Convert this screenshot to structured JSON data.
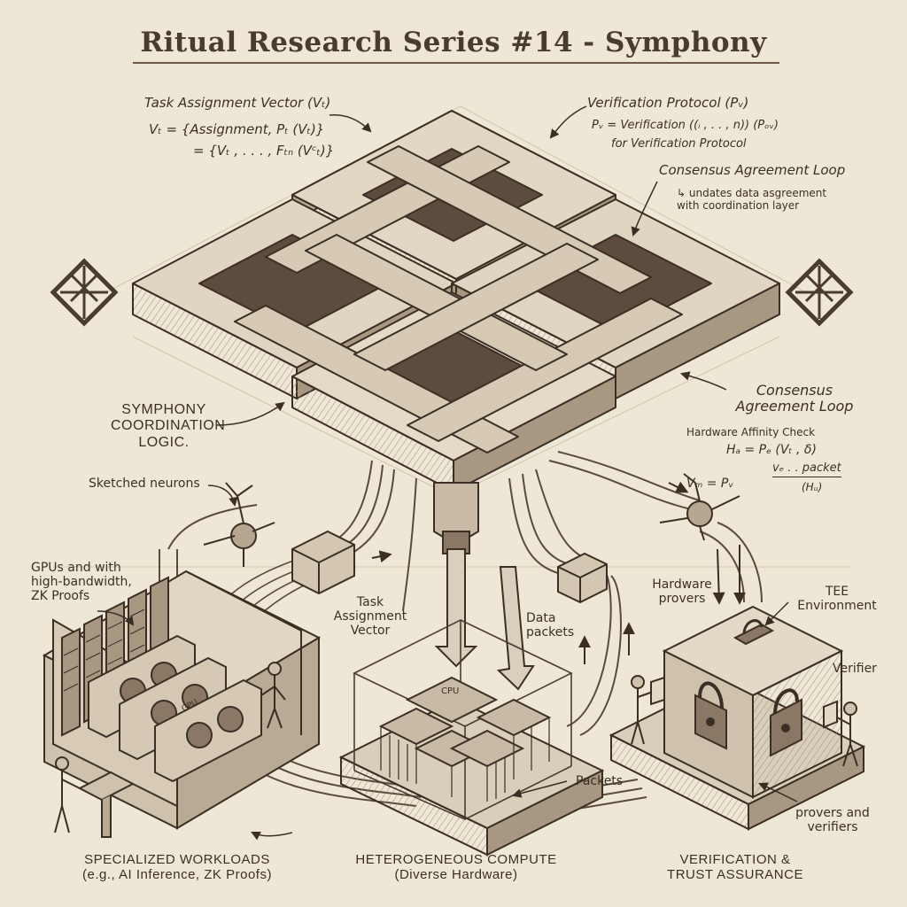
{
  "title": "Ritual Research Series #14 - Symphony",
  "labels": {
    "task_vector_title": "Task Assignment Vector (Vₜ)",
    "task_vector_eq1": "Vₜ = {Assignment, Pₜ (Vₜ)}",
    "task_vector_eq2": "= {Vₜ , . . . , Fₜₙ (Vᶜₜ)}",
    "verification_title": "Verification Protocol (Pᵥ)",
    "verification_eq": "Pᵥ = Verification ((ᵢ , . . , n)) (Pₒᵥ)",
    "verification_sub": "for Verification Protocol",
    "consensus_loop_top": "Consensus Agreement Loop",
    "consensus_loop_top_sub": "↳ undates data asgreement\nwith coordination layer",
    "consensus_loop_right": "Consensus\nAgreement Loop",
    "hw_affinity": "Hardware Affinity Check",
    "hw_affinity_eq": "Hₐ = Pₑ (Vₜ , ẟ)",
    "vcm_lhs": "Vₘ = Pᵥ",
    "vcm_num": "vₑ . . packet",
    "vcm_den": "(Hᵤ)",
    "symphony_logic": "SYMPHONY\nCOORDINATION\nLOGIC.",
    "sketched_neurons": "Sketched neurons",
    "gpus": "GPUs and with\nhigh-bandwidth,\nZK Proofs",
    "task_assignment_vector": "Task\nAssignment\nVector",
    "data_packets": "Data\npackets",
    "hardware_provers": "Hardware\nprovers",
    "tee": "TEE\nEnvironment",
    "verifier": "Verifier",
    "packets": "Packets",
    "provers_verifiers": "provers and\nverifiers",
    "gpu_chip": "GPU",
    "cpu_chip": "CPU",
    "bottom_left": "SPECIALIZED WORKLOADS\n(e.g., AI Inference, ZK Proofs)",
    "bottom_center": "HETEROGENEOUS COMPUTE\n(Diverse Hardware)",
    "bottom_right": "VERIFICATION &\nTRUST ASSURANCE"
  },
  "colors": {
    "paper": "#efe7d6",
    "ink": "#3b2f25",
    "wood_light": "#d8ccb7",
    "wood_dark": "#8a7764"
  }
}
